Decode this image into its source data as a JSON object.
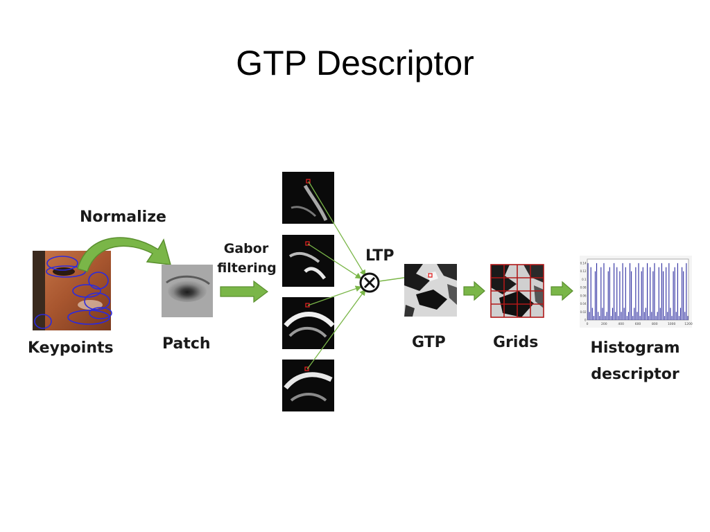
{
  "title": "GTP Descriptor",
  "labels": {
    "normalize": "Normalize",
    "keypoints": "Keypoints",
    "patch": "Patch",
    "gabor_line1": "Gabor",
    "gabor_line2": "filtering",
    "ltp": "LTP",
    "gtp": "GTP",
    "grids": "Grids",
    "histogram_line1": "Histogram",
    "histogram_line2": "descriptor"
  },
  "colors": {
    "arrow_green": "#7ab648",
    "arrow_green_dark": "#5a8f2e",
    "ellipse_blue": "#2a2adf",
    "grid_red": "#b01818",
    "bar_blue": "#1f1f9a",
    "marker_red": "#e02020"
  },
  "chart_data": {
    "type": "bar",
    "x_ticks": [
      "0",
      "200",
      "400",
      "600",
      "800",
      "1000",
      "1200"
    ],
    "y_ticks": [
      "0",
      "0.02",
      "0.04",
      "0.06",
      "0.08",
      "0.1",
      "0.12",
      "0.14"
    ],
    "values": [
      0.14,
      0.02,
      0.13,
      0.03,
      0.01,
      0.12,
      0.14,
      0.02,
      0.01,
      0.13,
      0.03,
      0.14,
      0.01,
      0.02,
      0.12,
      0.13,
      0.01,
      0.03,
      0.14,
      0.02,
      0.13,
      0.01,
      0.12,
      0.02,
      0.14,
      0.03,
      0.13,
      0.01,
      0.02,
      0.14,
      0.12,
      0.01,
      0.03,
      0.13,
      0.02,
      0.14,
      0.01,
      0.12,
      0.13,
      0.02,
      0.03,
      0.14,
      0.01,
      0.13,
      0.02,
      0.12,
      0.14,
      0.01,
      0.02,
      0.13,
      0.03,
      0.14,
      0.12,
      0.01,
      0.13,
      0.02,
      0.14,
      0.03,
      0.01,
      0.12,
      0.13,
      0.02,
      0.14,
      0.01,
      0.03,
      0.13,
      0.12,
      0.02,
      0.14,
      0.01
    ],
    "ylim": [
      0,
      0.15
    ]
  }
}
